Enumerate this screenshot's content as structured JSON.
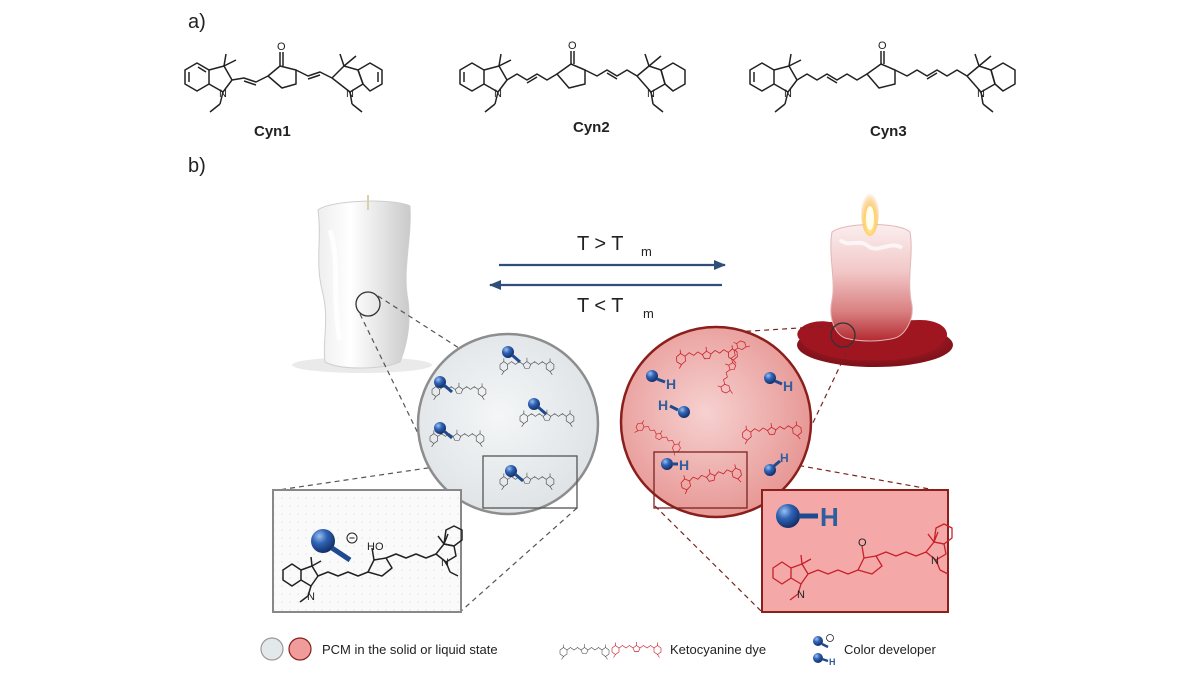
{
  "panel_a_label": "a)",
  "panel_b_label": "b)",
  "molecules": [
    "Cyn1",
    "Cyn2",
    "Cyn3"
  ],
  "atoms": {
    "oxygen": "O",
    "nitrogen": "N",
    "hydroxyl": "HO"
  },
  "arrows": {
    "forward_main": "T  > T",
    "forward_sub": "m",
    "backward_main": "T  <  T",
    "backward_sub": "m",
    "color": "#2f4f7a"
  },
  "developer_letter": "H",
  "legend": {
    "pcm": "PCM in the solid or liquid state",
    "dye": "Ketocyanine dye",
    "developer": "Color developer"
  },
  "colors": {
    "dye_red": "#c8202a",
    "solid_circle": "#e6eaec",
    "liquid_circle": "#e9a6a5",
    "developer_blue": "#2f5e9e",
    "wax_red": "#a01823"
  }
}
